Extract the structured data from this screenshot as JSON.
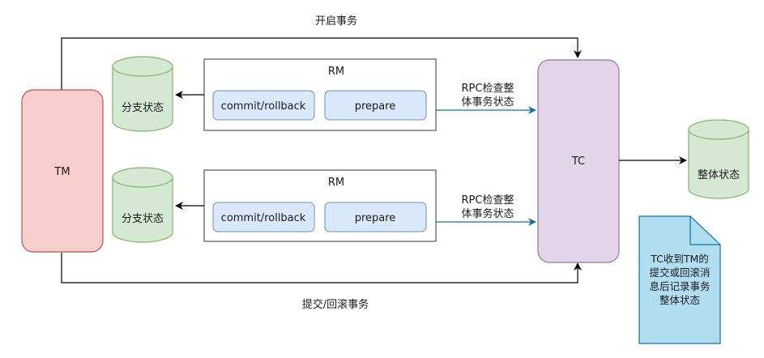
{
  "diagram": {
    "top_edge_label": "开启事务",
    "bottom_edge_label": "提交/回滚事务",
    "tm": {
      "label": "TM"
    },
    "tc": {
      "label": "TC"
    },
    "global_state_db": {
      "label": "整体状态"
    },
    "rm_groups": [
      {
        "title": "RM",
        "commit_label": "commit/rollback",
        "prepare_label": "prepare",
        "branch_db_label": "分支状态",
        "rpc_label_line1": "RPC检查整",
        "rpc_label_line2": "体事务状态"
      },
      {
        "title": "RM",
        "commit_label": "commit/rollback",
        "prepare_label": "prepare",
        "branch_db_label": "分支状态",
        "rpc_label_line1": "RPC检查整",
        "rpc_label_line2": "体事务状态"
      }
    ],
    "note": {
      "lines": [
        "TC收到TM的",
        "提交或回滚消",
        "息后记录事务",
        "整体状态"
      ]
    },
    "colors": {
      "tm_fill": "#f8cecc",
      "tm_stroke": "#b85450",
      "tc_fill": "#e1d5e7",
      "tc_stroke": "#9673a6",
      "db_fill": "#d5e8d4",
      "db_stroke": "#82b366",
      "inner_fill": "#dae8fc",
      "inner_stroke": "#6c8ebf",
      "note_fill": "#b1ddf0",
      "note_stroke": "#10739e",
      "rpc_arrow": "#10739e"
    }
  }
}
